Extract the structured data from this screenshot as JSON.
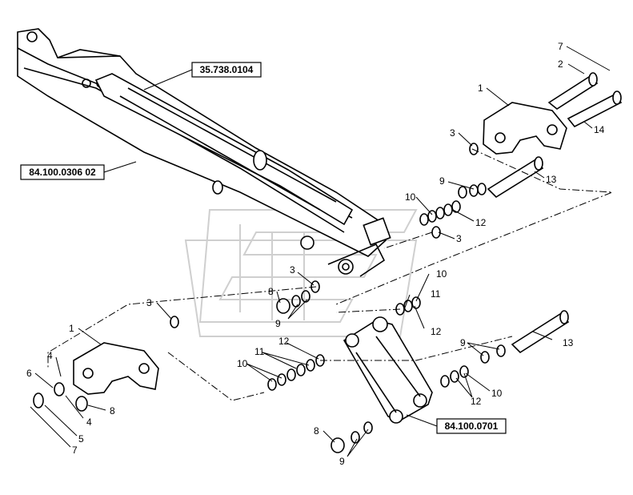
{
  "references": {
    "cylinder": "35.738.0104",
    "boom": "84.100.0306 02",
    "link": "84.100.0701"
  },
  "callouts": [
    {
      "id": "c7a",
      "text": "7"
    },
    {
      "id": "c2",
      "text": "2"
    },
    {
      "id": "c1a",
      "text": "1"
    },
    {
      "id": "c14",
      "text": "14"
    },
    {
      "id": "c3a",
      "text": "3"
    },
    {
      "id": "c13a",
      "text": "13"
    },
    {
      "id": "c9a",
      "text": "9"
    },
    {
      "id": "c10a",
      "text": "10"
    },
    {
      "id": "c12a",
      "text": "12"
    },
    {
      "id": "c3b",
      "text": "3"
    },
    {
      "id": "c3c",
      "text": "3"
    },
    {
      "id": "c8a",
      "text": "8"
    },
    {
      "id": "c9b",
      "text": "9"
    },
    {
      "id": "c10b",
      "text": "10"
    },
    {
      "id": "c11a",
      "text": "11"
    },
    {
      "id": "c12b",
      "text": "12"
    },
    {
      "id": "c3d",
      "text": "3"
    },
    {
      "id": "c1b",
      "text": "1"
    },
    {
      "id": "c4a",
      "text": "4"
    },
    {
      "id": "c6",
      "text": "6"
    },
    {
      "id": "c4b",
      "text": "4"
    },
    {
      "id": "c8b",
      "text": "8"
    },
    {
      "id": "c5",
      "text": "5"
    },
    {
      "id": "c7b",
      "text": "7"
    },
    {
      "id": "c12c",
      "text": "12"
    },
    {
      "id": "c11b",
      "text": "11"
    },
    {
      "id": "c10c",
      "text": "10"
    },
    {
      "id": "c9c",
      "text": "9"
    },
    {
      "id": "c13b",
      "text": "13"
    },
    {
      "id": "c12d",
      "text": "12"
    },
    {
      "id": "c10d",
      "text": "10"
    },
    {
      "id": "c8c",
      "text": "8"
    },
    {
      "id": "c9d",
      "text": "9"
    }
  ]
}
